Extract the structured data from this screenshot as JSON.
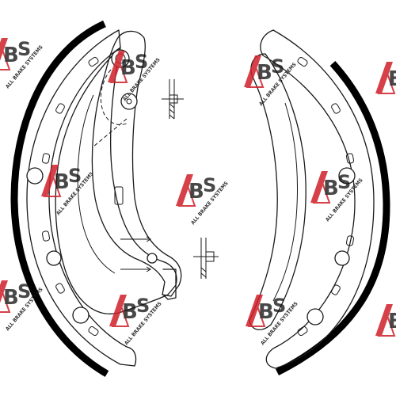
{
  "watermark": {
    "brand_letters": "ABS",
    "tagline": "ALL BRAKE SYSTEMS",
    "colors": {
      "red": "#d0202a",
      "black": "#111111"
    }
  },
  "diagram": {
    "subject": "brake-shoe-set",
    "line_color": "#1a1a1a",
    "lining_color": "#000000"
  }
}
